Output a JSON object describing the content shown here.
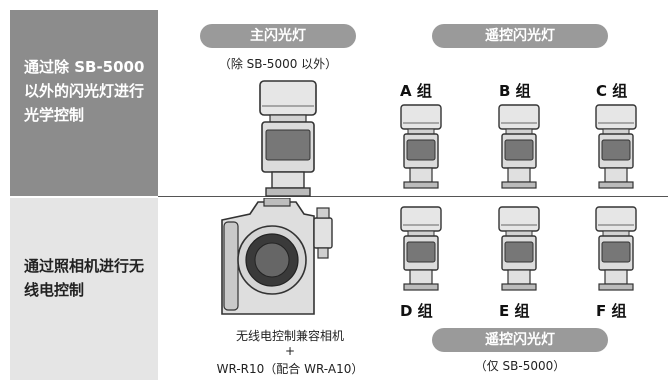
{
  "sidebar": {
    "top_text": "通过除 SB-5000 以外的闪光灯进行光学控制",
    "bottom_text": "通过照相机进行无线电控制"
  },
  "main_flash": {
    "pill": "主闪光灯",
    "note": "（除 SB-5000 以外）"
  },
  "remote_top": {
    "pill": "遥控闪光灯"
  },
  "remote_bottom": {
    "pill": "遥控闪光灯",
    "note": "（仅 SB-5000）"
  },
  "groups": {
    "a": "A 组",
    "b": "B 组",
    "c": "C 组",
    "d": "D 组",
    "e": "E 组",
    "f": "F 组"
  },
  "camera": {
    "caption_line1": "无线电控制兼容相机",
    "caption_plus": "+",
    "caption_line2": "WR-R10（配合 WR-A10）"
  }
}
